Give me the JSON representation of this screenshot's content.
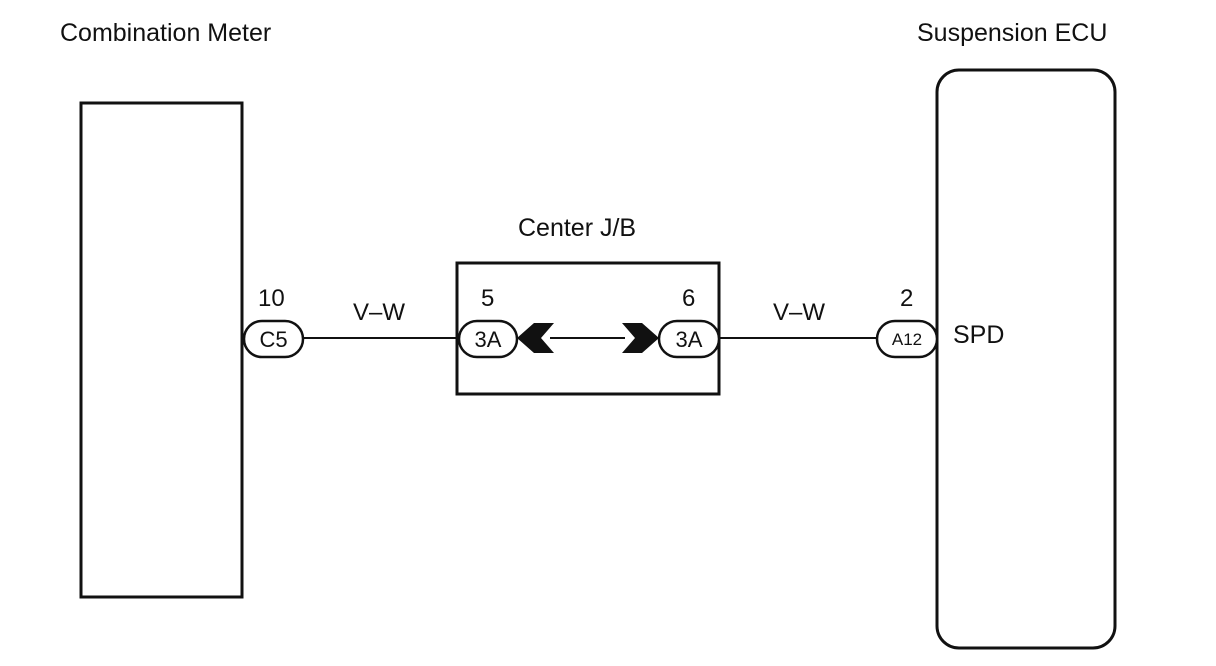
{
  "components": {
    "meter": {
      "title": "Combination Meter"
    },
    "ecu": {
      "title": "Suspension ECU",
      "terminal": "SPD"
    },
    "jb": {
      "title": "Center J/B"
    }
  },
  "connectors": {
    "c5": {
      "code": "C5",
      "pin": "10"
    },
    "jb_in": {
      "code": "3A",
      "pin": "5"
    },
    "jb_out": {
      "code": "3A",
      "pin": "6"
    },
    "a12": {
      "code": "A12",
      "pin": "2"
    }
  },
  "wires": {
    "left": {
      "color": "V–W"
    },
    "right": {
      "color": "V–W"
    }
  }
}
